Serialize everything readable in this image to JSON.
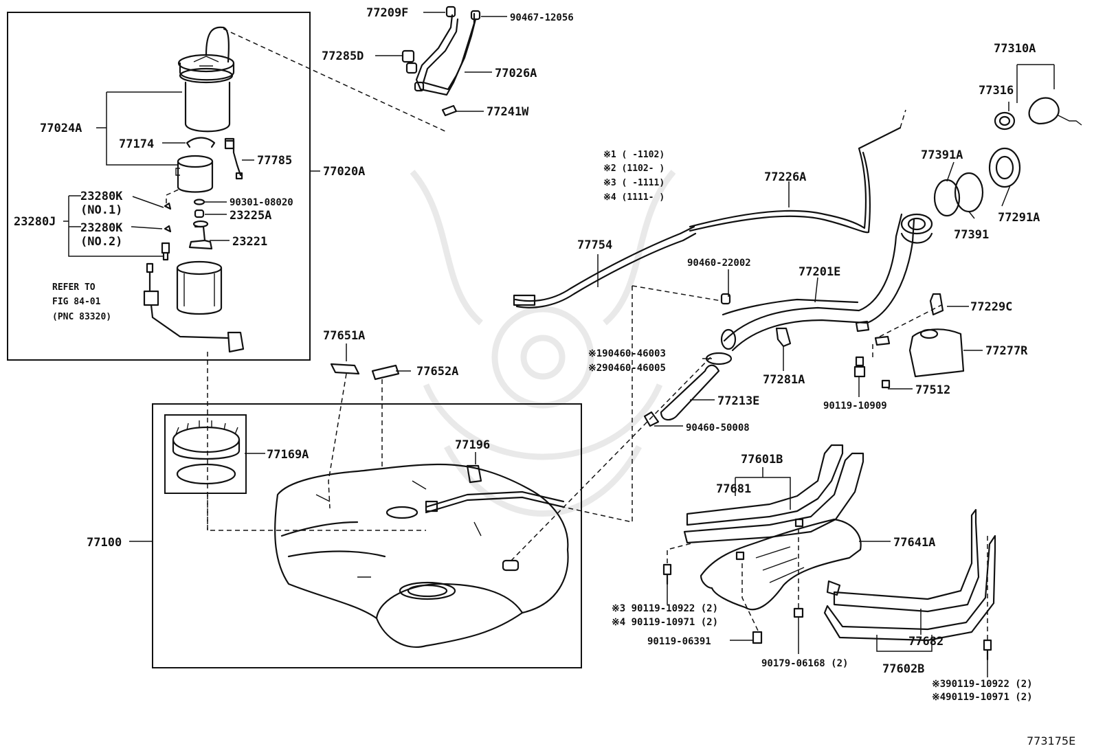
{
  "diagram_code": "773175E",
  "colors": {
    "line": "#111111",
    "background": "#ffffff",
    "watermark": "#e9e9e9"
  },
  "notes": {
    "n1": "※1 (  -1102)",
    "n2": "※2 (1102-  )",
    "n3": "※3 (  -1111)",
    "n4": "※4 (1111-  )"
  },
  "refer": {
    "line1": "REFER TO",
    "line2": "FIG 84-01",
    "line3": "(PNC 83320)"
  },
  "parts": {
    "p77209F": "77209F",
    "p90467_12056": "90467-12056",
    "p77285D": "77285D",
    "p77026A": "77026A",
    "p77241W": "77241W",
    "p77310A": "77310A",
    "p77316": "77316",
    "p77024A": "77024A",
    "p77174": "77174",
    "p77785": "77785",
    "p77020A": "77020A",
    "p23280K_1": "23280K",
    "no1": "(NO.1)",
    "p23280J": "23280J",
    "p23280K_2": "23280K",
    "no2": "(NO.2)",
    "p90301_08020": "90301-08020",
    "p23225A": "23225A",
    "p23221": "23221",
    "p77226A": "77226A",
    "p77391A": "77391A",
    "p77291A": "77291A",
    "p77391": "77391",
    "p77754": "77754",
    "p90460_22002": "90460-22002",
    "p77201E": "77201E",
    "p77229C": "77229C",
    "p77277R": "77277R",
    "p77651A": "77651A",
    "p77652A": "77652A",
    "p90460_46003": "※190460-46003",
    "p90460_46005": "※290460-46005",
    "p77281A": "77281A",
    "p77512": "77512",
    "p90119_10909": "90119-10909",
    "p77213E": "77213E",
    "p90460_50008": "90460-50008",
    "p77169A": "77169A",
    "p77196": "77196",
    "p77601B": "77601B",
    "p77681": "77681",
    "p77100": "77100",
    "p77641A": "77641A",
    "p90119_10922_a": "※3 90119-10922 (2)",
    "p90119_10971_a": "※4 90119-10971 (2)",
    "p90119_06391": "90119-06391",
    "p90179_06168": "90179-06168 (2)",
    "p77682": "77682",
    "p77602B": "77602B",
    "p90119_10922_b": "※390119-10922 (2)",
    "p90119_10971_b": "※490119-10971 (2)"
  }
}
